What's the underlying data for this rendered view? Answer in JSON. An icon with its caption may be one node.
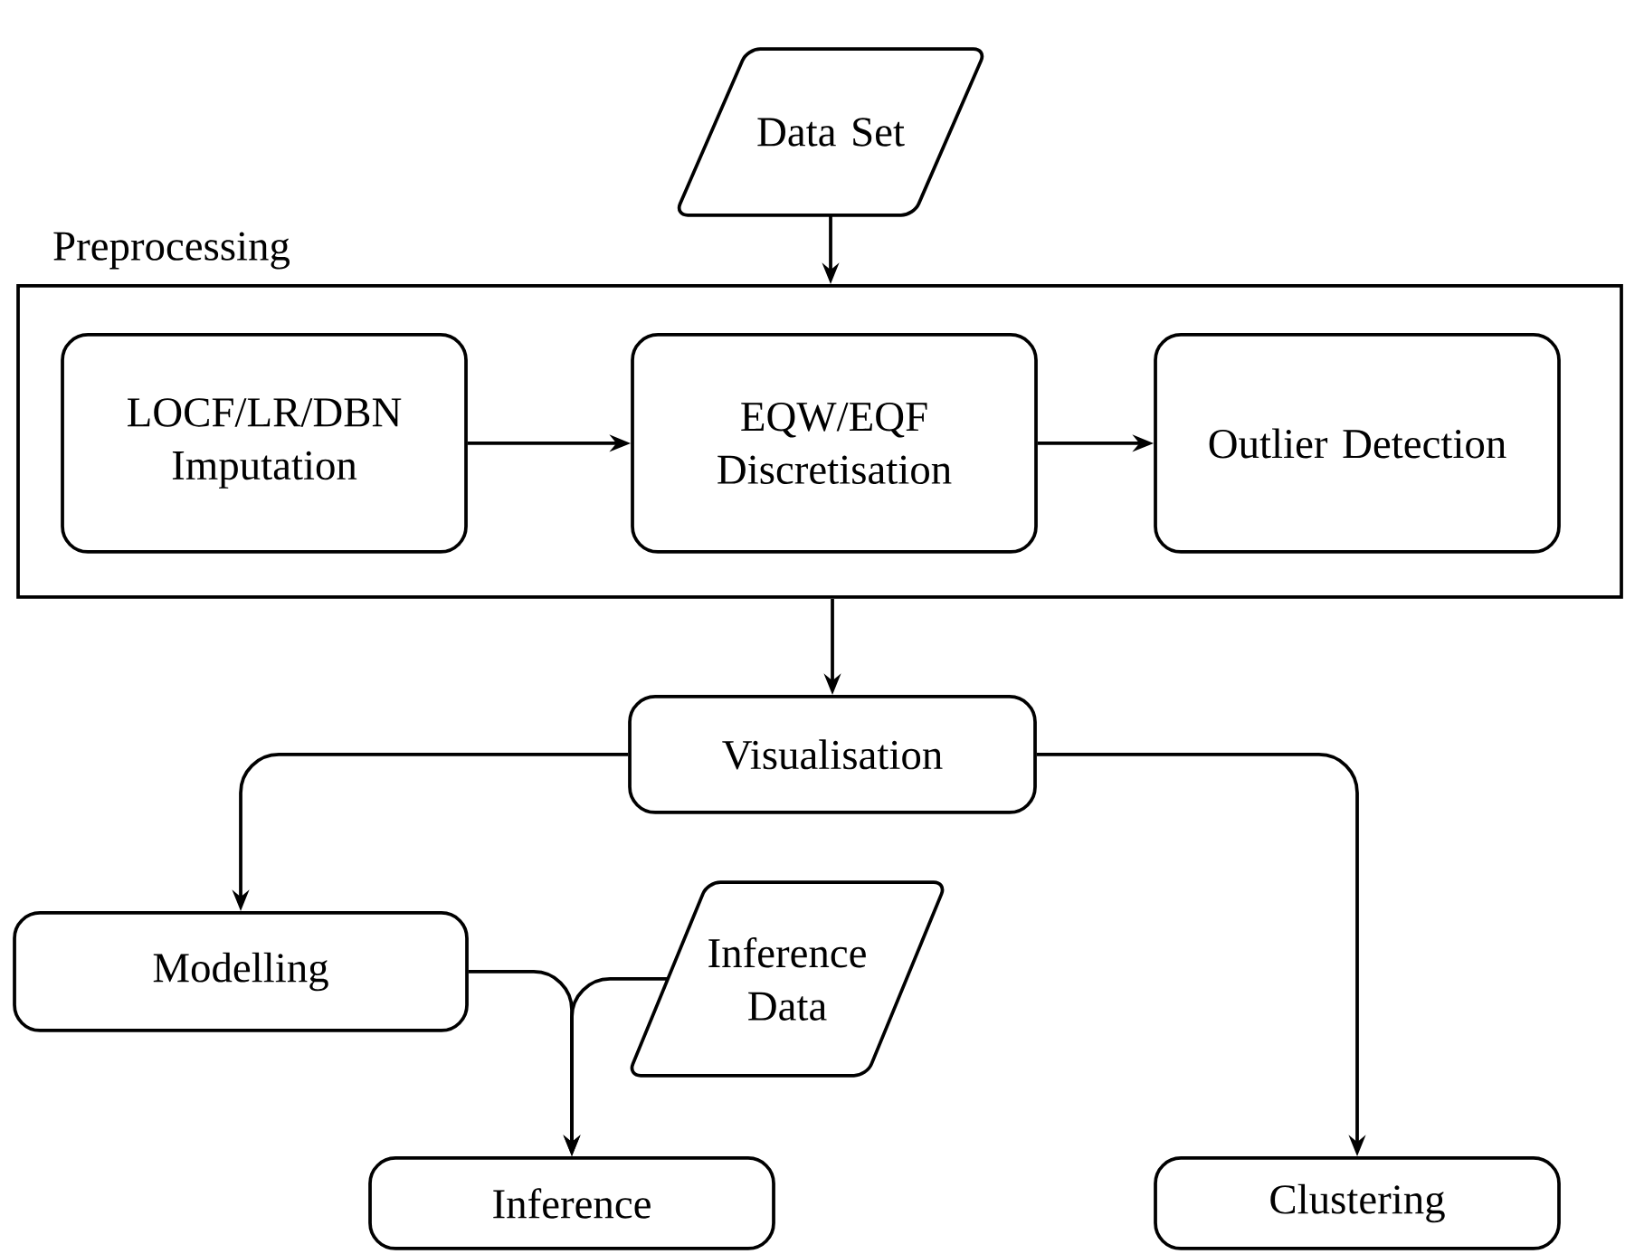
{
  "diagram": {
    "nodes": [
      {
        "text": [
          "Data Set"
        ]
      },
      {
        "text": [
          "Preprocessing"
        ]
      },
      {
        "text": [
          "LOCF/LR/DBN Imputation"
        ],
        "in": 1
      },
      {
        "text": [
          "EQW/EQF Discretisation"
        ],
        "in": 1
      },
      {
        "text": [
          "Outlier Detection"
        ],
        "in": 1
      },
      {
        "text": [
          "Visualisation"
        ]
      },
      {
        "text": [
          "Modelling"
        ]
      },
      {
        "text": [
          "Inference Data"
        ]
      },
      {
        "text": [
          "Inference"
        ]
      },
      {
        "text": [
          "Clustering"
        ]
      }
    ],
    "edges": [
      {
        "from": 0,
        "to": 1,
        "arrow": "to"
      },
      {
        "from": 2,
        "to": 3,
        "arrow": "to"
      },
      {
        "from": 3,
        "to": 4,
        "arrow": "to"
      },
      {
        "from": 1,
        "to": 5,
        "arrow": "to"
      },
      {
        "from": 5,
        "to": 6,
        "arrow": "to"
      },
      {
        "from": 5,
        "to": 9,
        "arrow": "to"
      },
      {
        "from": 6,
        "to": 8,
        "arrow": "to"
      },
      {
        "from": 7,
        "to": 8,
        "arrow": "to"
      }
    ]
  }
}
